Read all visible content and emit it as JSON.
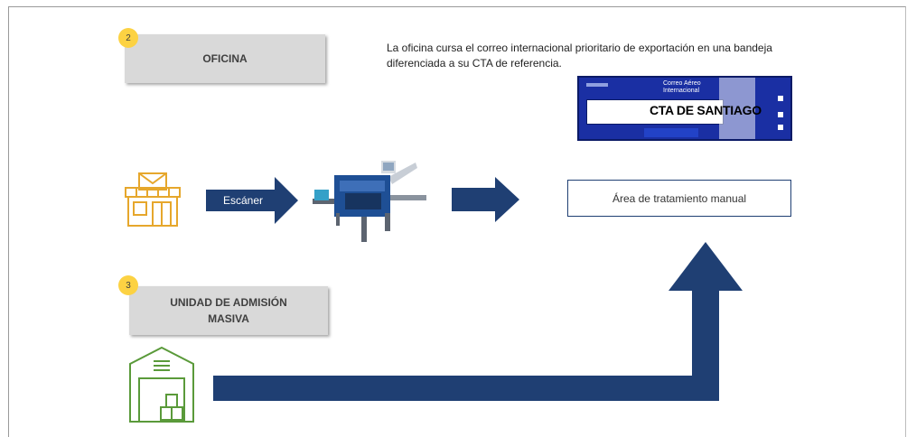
{
  "steps": [
    {
      "number": "2",
      "title": "OFICINA"
    },
    {
      "number": "3",
      "title_line1": "UNIDAD DE ADMISIÓN",
      "title_line2": "MASIVA"
    }
  ],
  "description": "La oficina cursa el correo internacional prioritario de exportación en una bandeja diferenciada a su CTA de referencia.",
  "scanner_arrow_label": "Escáner",
  "manual_area_label": "Área de tratamiento manual",
  "label_card": {
    "brand_line1": "Correo Aéreo",
    "brand_line2": "Internacional",
    "cta_text": "CTA DE SANTIAGO"
  },
  "colors": {
    "arrow_blue": "#1f3f73",
    "badge_yellow": "#fcd243",
    "office_icon": "#e6a72c",
    "warehouse_icon": "#5a9a3a",
    "step_box_gray": "#d9d9d9"
  },
  "icons": [
    "office-mail-icon",
    "scanner-machine-icon",
    "warehouse-icon"
  ]
}
